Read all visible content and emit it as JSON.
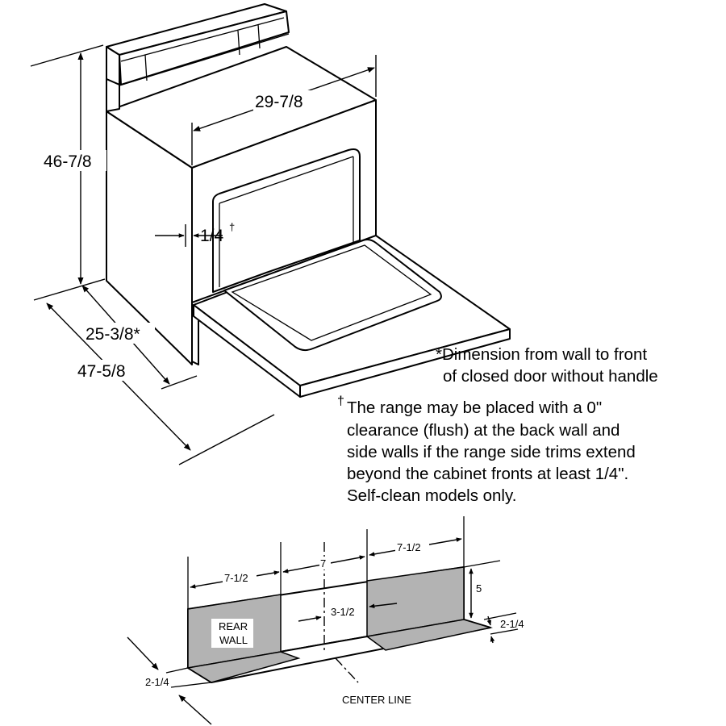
{
  "dimensions": {
    "width": "29-7/8",
    "height": "46-7/8",
    "side_trim": "1/4",
    "side_trim_mark": "†",
    "depth_closed": "25-3/8*",
    "depth_open": "47-5/8"
  },
  "notes": {
    "asterisk_line1": "*Dimension from wall to front",
    "asterisk_line2": "of closed door without handle",
    "dagger_mark": "†",
    "dagger_lines": [
      "The range may be placed with a 0\"",
      "clearance (flush) at the back wall and",
      "side walls if the range side trims extend",
      "beyond the cabinet fronts at least 1/4\".",
      "Self-clean models only."
    ]
  },
  "installation": {
    "left_width": "7-1/2",
    "center_width": "7",
    "right_width": "7-1/2",
    "half_center": "3-1/2",
    "wall_height": "5",
    "right_depth": "2-1/4",
    "left_depth": "2-1/4",
    "rear_wall_line1": "REAR",
    "rear_wall_line2": "WALL",
    "center_line": "CENTER LINE"
  },
  "colors": {
    "line": "#000000",
    "wall_fill": "#b3b3b3",
    "background": "#ffffff"
  }
}
